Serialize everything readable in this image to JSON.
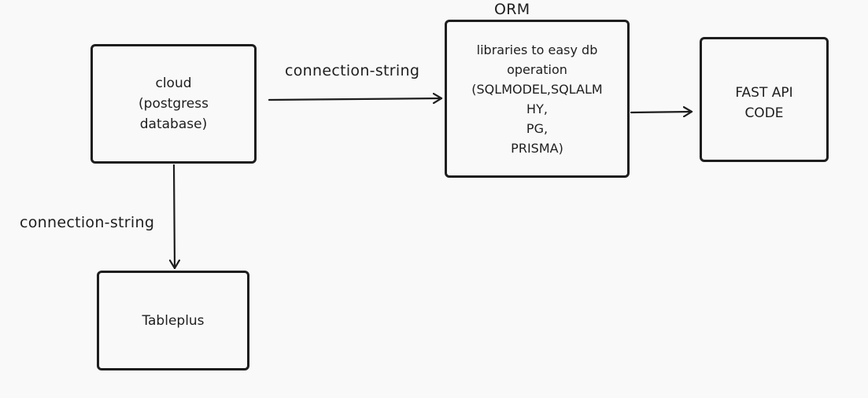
{
  "nodes": {
    "cloud": {
      "text": "cloud\n(postgress\ndatabase)"
    },
    "orm": {
      "title": "ORM",
      "text": "libraries to easy db\noperation\n(SQLMODEL,SQLALM\nHY,\nPG,\nPRISMA)"
    },
    "fastapi": {
      "text": "FAST API\nCODE"
    },
    "tableplus": {
      "text": "Tableplus"
    }
  },
  "edges": {
    "cloud_to_orm": {
      "label": "connection-string"
    },
    "cloud_to_tableplus": {
      "label": "connection-string"
    }
  },
  "colors": {
    "background": "#f9f9f9",
    "stroke": "#1e1e1e"
  }
}
